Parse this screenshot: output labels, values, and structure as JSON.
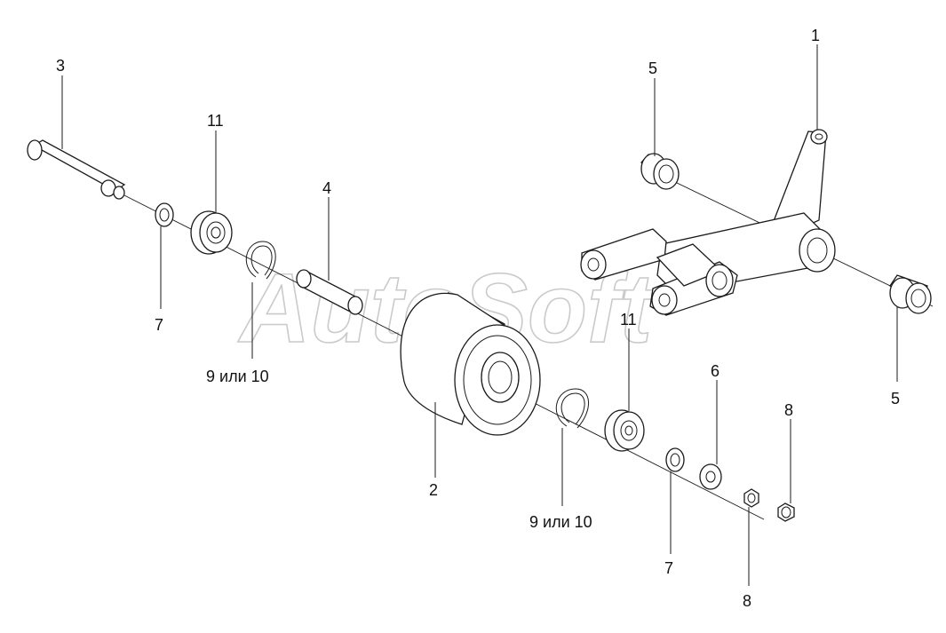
{
  "watermark": "AutoSoft",
  "callouts": {
    "c1": "1",
    "c2": "2",
    "c3": "3",
    "c4": "4",
    "c5a": "5",
    "c5b": "5",
    "c6": "6",
    "c7a": "7",
    "c7b": "7",
    "c8a": "8",
    "c8b": "8",
    "c9a": "9 или 10",
    "c9b": "9 или 10",
    "c11a": "11",
    "c11b": "11"
  }
}
